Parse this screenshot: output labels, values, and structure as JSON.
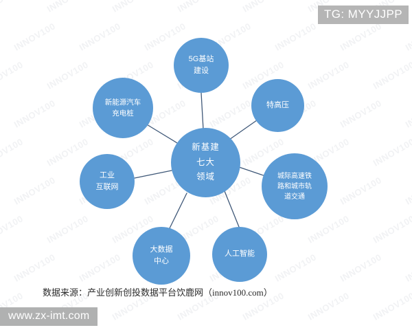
{
  "overlays": {
    "tg_badge": "TG: MYYJJPP",
    "site_watermark": "www.zx-imt.com",
    "watermark_repeat_text": "INNOV100",
    "badge_color": "#b5b5b5"
  },
  "diagram": {
    "type": "hub-and-spoke",
    "node_color": "#5b9bd5",
    "connector_color": "#3f5878",
    "background": "#ffffff",
    "center": {
      "id": "center",
      "lines": [
        "新基建",
        "七大",
        "领域"
      ]
    },
    "nodes": [
      {
        "id": "5g",
        "lines": [
          "5G基站",
          "建设"
        ]
      },
      {
        "id": "uhv",
        "lines": [
          "特高压"
        ]
      },
      {
        "id": "rail",
        "lines": [
          "城际高速铁",
          "路和城市轨",
          "道交通"
        ]
      },
      {
        "id": "ai",
        "lines": [
          "人工智能"
        ]
      },
      {
        "id": "bigdata",
        "lines": [
          "大数据",
          "中心"
        ]
      },
      {
        "id": "iiot",
        "lines": [
          "工业",
          "互联网"
        ]
      },
      {
        "id": "ev",
        "lines": [
          "新能源汽车",
          "充电桩"
        ]
      }
    ]
  },
  "caption": {
    "source": "数据来源：产业创新创投数据平台饮鹿网（innov100.com）"
  }
}
